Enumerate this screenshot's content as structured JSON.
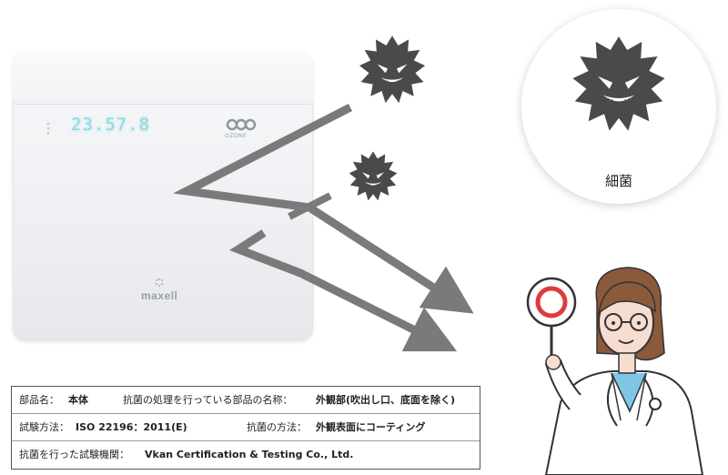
{
  "device": {
    "display_text": "23.57.8",
    "brand_caption": "OZONE",
    "logo": "maxell"
  },
  "bacteria": {
    "label": "細菌"
  },
  "info_table": {
    "row1": {
      "label1": "部品名：",
      "value1": "本体",
      "label2": "抗菌の処理を行っている部品の名称：",
      "value2": "外観部(吹出し口、底面を除く)"
    },
    "row2": {
      "label1": "試験方法：",
      "value1": "ISO 22196：2011(E)",
      "label2": "抗菌の方法：",
      "value2": "外観表面にコーティング"
    },
    "row3": {
      "label1": "抗菌を行った試験機関：",
      "value1": "Vkan Certification & Testing Co., Ltd."
    }
  },
  "colors": {
    "virus": "#4a4a4a",
    "arrow": "#7a7a7a",
    "ok_sign": "#e03a3a"
  }
}
